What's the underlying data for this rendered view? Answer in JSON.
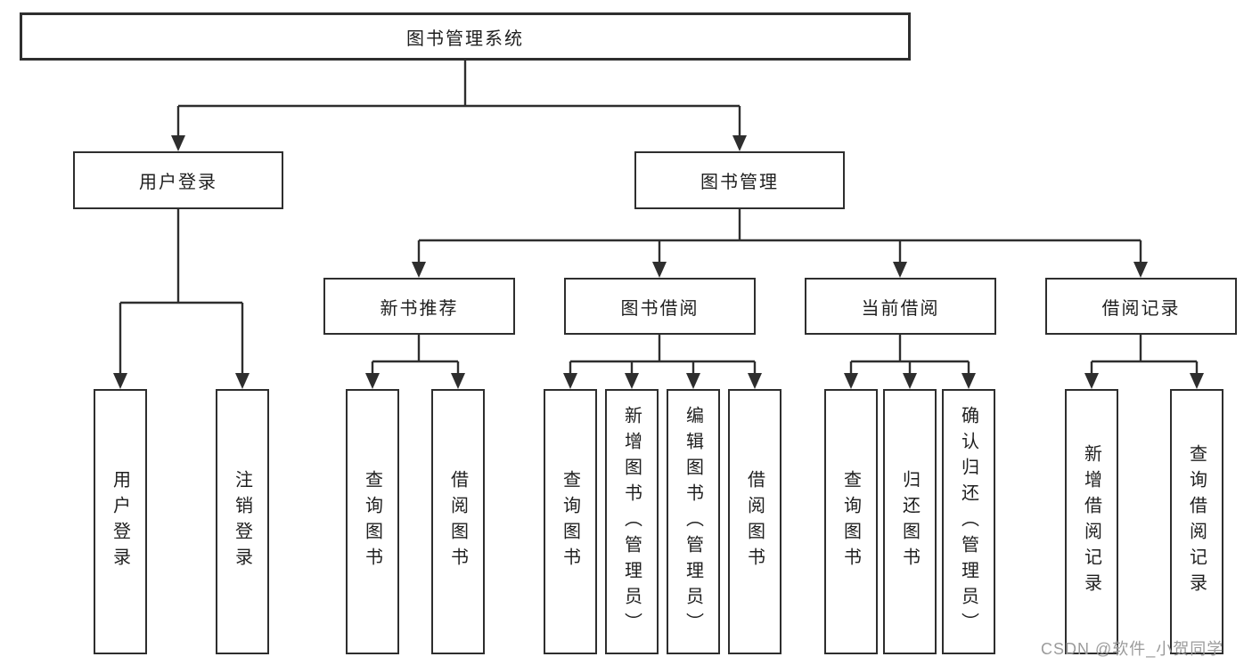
{
  "tree": {
    "label": "图书管理系统",
    "children": [
      {
        "label": "用户登录",
        "children": [
          {
            "label": "用户登录"
          },
          {
            "label": "注销登录"
          }
        ]
      },
      {
        "label": "图书管理",
        "children": [
          {
            "label": "新书推荐",
            "children": [
              {
                "label": "查询图书"
              },
              {
                "label": "借阅图书"
              }
            ]
          },
          {
            "label": "图书借阅",
            "children": [
              {
                "label": "查询图书"
              },
              {
                "label": "新增图书（管理员）"
              },
              {
                "label": "编辑图书（管理员）"
              },
              {
                "label": "借阅图书"
              }
            ]
          },
          {
            "label": "当前借阅",
            "children": [
              {
                "label": "查询图书"
              },
              {
                "label": "归还图书"
              },
              {
                "label": "确认归还（管理员）"
              }
            ]
          },
          {
            "label": "借阅记录",
            "children": [
              {
                "label": "新增借阅记录"
              },
              {
                "label": "查询借阅记录"
              }
            ]
          }
        ]
      }
    ]
  },
  "watermark": {
    "text": "CSDN @软件_小贺同学"
  },
  "colors": {
    "line": "#2e2e2e",
    "box_border": "#2e2e2e",
    "box_fill": "#ffffff",
    "text": "#1f1f1f",
    "watermark": "#9b9b9b",
    "background": "#ffffff"
  }
}
